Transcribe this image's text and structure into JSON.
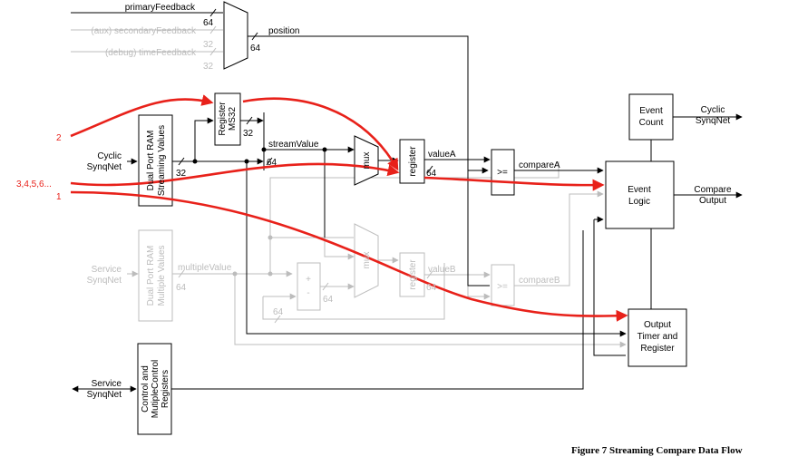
{
  "caption": "Figure 7 Streaming Compare Data Flow",
  "colors": {
    "active": "#000000",
    "inactive": "#bcbcbc",
    "highlight": "#e8211a"
  },
  "inputs": {
    "primary": "primaryFeedback",
    "secondary": "(aux) secondaryFeedback",
    "debug": "(debug) timeFeedback",
    "cyclic_in_1": "Cyclic",
    "cyclic_in_2": "SynqNet",
    "service_in_1": "Service",
    "service_in_2": "SynqNet",
    "service_ctrl_1": "Service",
    "service_ctrl_2": "SynqNet"
  },
  "blocks": {
    "stream_ram_1": "Dual Port RAM",
    "stream_ram_2": "Streaming Values",
    "multi_ram_1": "Dual Port RAM",
    "multi_ram_2": "Multiple Values",
    "reg_ms32_1": "Register",
    "reg_ms32_2": "MS32",
    "mux_a": "mux",
    "mux_b": "mux",
    "register_a": "register",
    "register_b": "register",
    "compare_a": ">=",
    "compare_b": ">=",
    "event_count_1": "Event",
    "event_count_2": "Count",
    "event_logic_1": "Event",
    "event_logic_2": "Logic",
    "output_timer_1": "Output",
    "output_timer_2": "Timer and",
    "output_timer_3": "Register",
    "control_1": "Control and",
    "control_2": "MutipleControl",
    "control_3": "Registers",
    "adder_plus": "+",
    "adder_minus": "-"
  },
  "signals": {
    "position": "position",
    "stream_value": "streamValue",
    "value_a": "valueA",
    "value_b": "valueB",
    "compare_a": "compareA",
    "compare_b": "compareB",
    "multiple_value": "multipleValue",
    "cyclic_out_1": "Cyclic",
    "cyclic_out_2": "SynqNet",
    "compare_out_1": "Compare",
    "compare_out_2": "Output"
  },
  "widths": {
    "w64_primary": "64",
    "w32_secondary": "32",
    "w32_debug": "32",
    "w64_mux_out": "64",
    "w32_stream": "32",
    "w32_ms32": "32",
    "w64_stream": "64",
    "w64_reg_a": "64",
    "w64_multi": "64",
    "w64_adder": "64",
    "w64_reg_b": "64",
    "w64_feedback": "64"
  },
  "annotations": {
    "path_2": "2",
    "path_345": "3,4,5,6...",
    "path_1": "1"
  }
}
